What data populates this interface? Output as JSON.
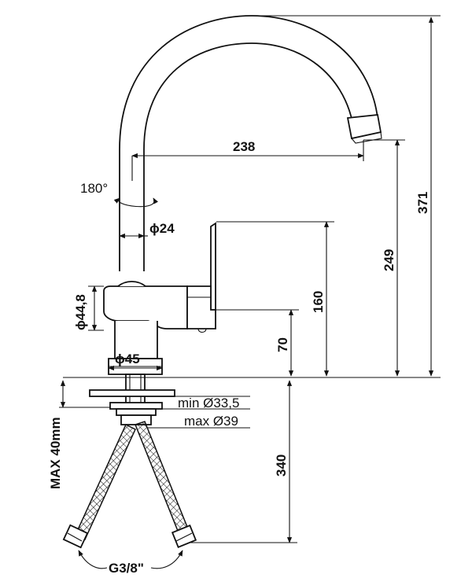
{
  "dimensions": {
    "reach": "238",
    "rotation": "180°",
    "spout_diameter": "ϕ24",
    "body_diameter": "ϕ44,8",
    "base_diameter": "ϕ45",
    "total_height": "371",
    "spout_height": "249",
    "lever_height": "160",
    "base_height": "70",
    "hole_min": "min Ø33,5",
    "hole_max": "max Ø39",
    "max_deck": "MAX 40mm",
    "hose_length": "340",
    "connection": "G3/8\""
  },
  "colors": {
    "line": "#111111",
    "background": "#ffffff"
  }
}
